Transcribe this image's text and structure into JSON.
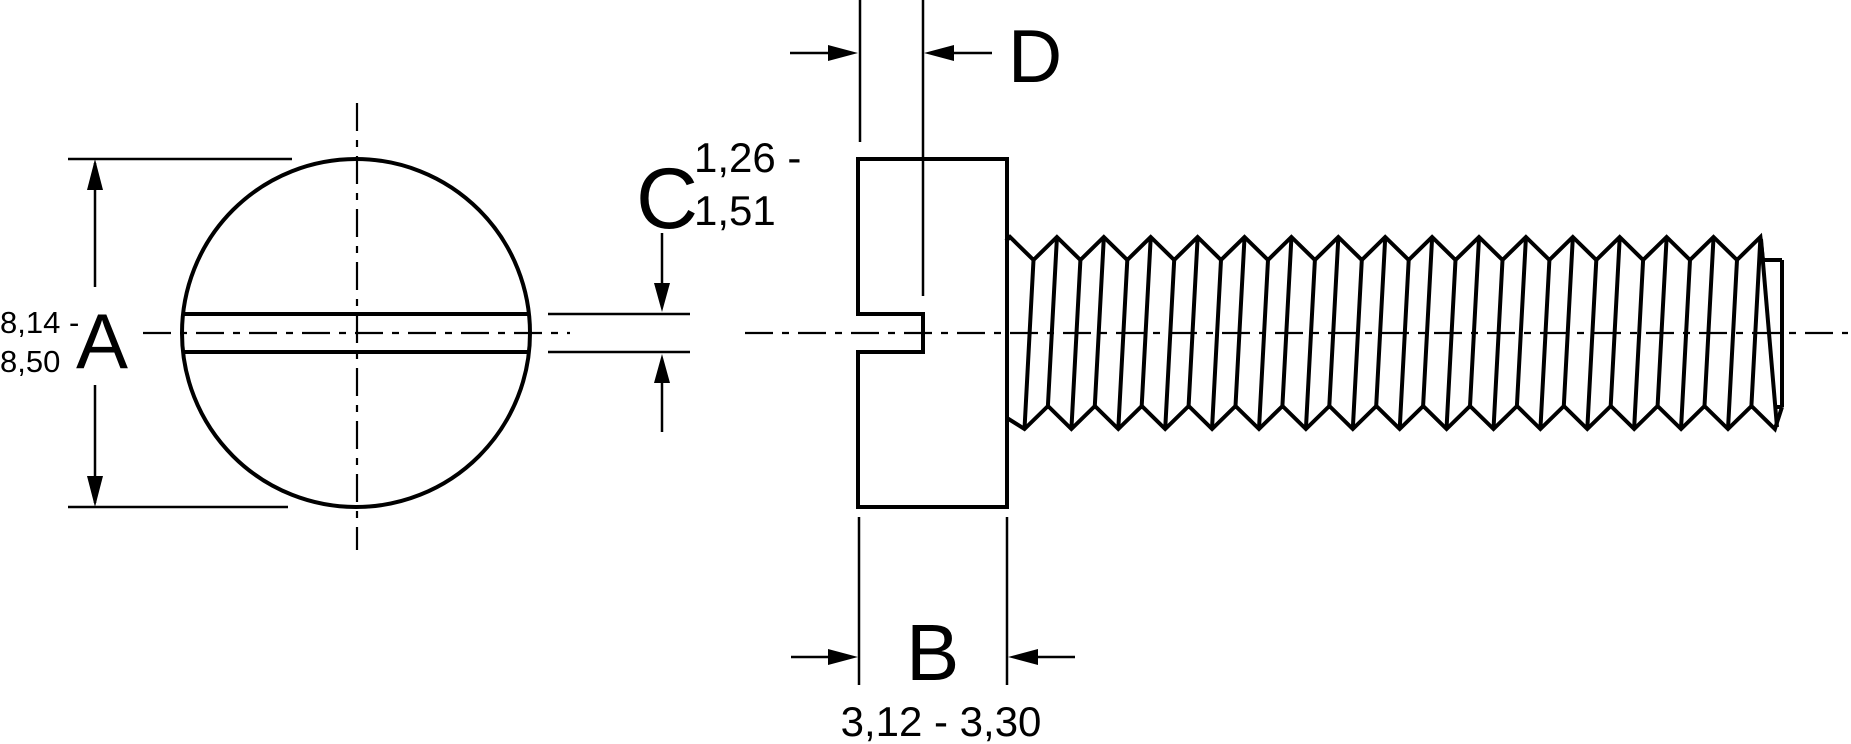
{
  "drawing": {
    "background": "#ffffff",
    "line_color": "#000000",
    "dim_a": {
      "letter": "A",
      "value_line1": "8,14 -",
      "value_line2": "8,50"
    },
    "dim_b": {
      "letter": "B",
      "value": "3,12 - 3,30"
    },
    "dim_c": {
      "letter": "C",
      "value_line1": "1,26 -",
      "value_line2": "1,51"
    },
    "dim_d": {
      "letter": "D"
    }
  }
}
